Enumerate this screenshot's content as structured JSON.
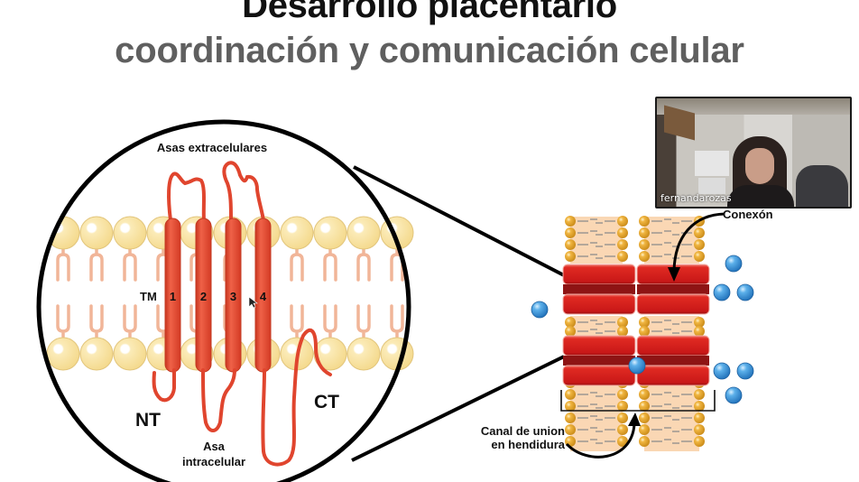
{
  "slide": {
    "title": "Desarrollo placentario",
    "subtitle": "coordinación y comunicación celular"
  },
  "zoom_view": {
    "label_extracellular": "Asas extracelulares",
    "label_tm": "TM",
    "tm_numbers": [
      "1",
      "2",
      "3",
      "4"
    ],
    "label_nt": "NT",
    "label_ct": "CT",
    "label_intracellular_1": "Asa",
    "label_intracellular_2": "intracelular"
  },
  "gap_junction": {
    "label_connexon": "Conexón",
    "label_channel_1": "Canal de union",
    "label_channel_2": "en hendidura"
  },
  "video": {
    "participant_name": "fernandarozas"
  },
  "colors": {
    "protein": "#e0452e",
    "lipid_head": "#f8e3a3",
    "lipid_tail": "#f1b598",
    "connexon_red": "#d42020",
    "connexon_dark": "#8e1414",
    "ion_blue": "#3b8fd6",
    "gj_head": "#e7a736"
  }
}
